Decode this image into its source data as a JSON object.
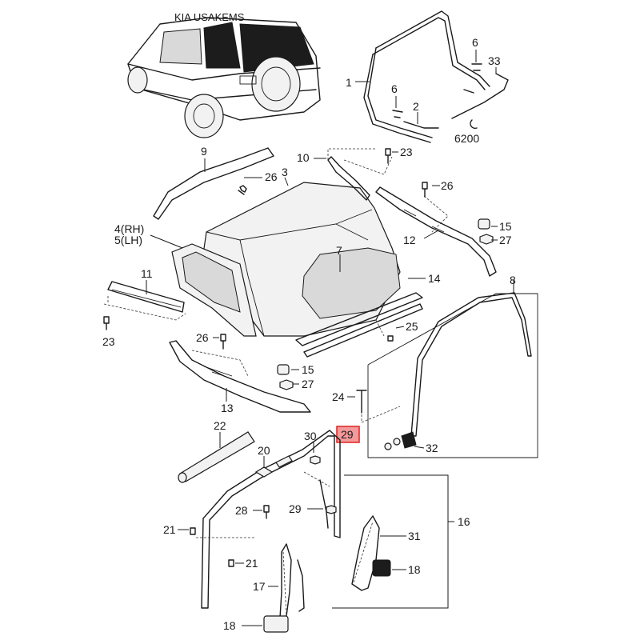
{
  "header": {
    "watermark": "KIA USAKEMS"
  },
  "callouts": {
    "c1": "1",
    "c2": "2",
    "c3": "3",
    "c4rh": "4(RH)",
    "c5lh": "5(LH)",
    "c6a": "6",
    "c6b": "6",
    "c7": "7",
    "c8": "8",
    "c9": "9",
    "c10": "10",
    "c11": "11",
    "c12": "12",
    "c13": "13",
    "c14": "14",
    "c15a": "15",
    "c15b": "15",
    "c16": "16",
    "c17": "17",
    "c18a": "18",
    "c18b": "18",
    "c20": "20",
    "c21a": "21",
    "c21b": "21",
    "c22": "22",
    "c23a": "23",
    "c23b": "23",
    "c24": "24",
    "c25": "25",
    "c26a": "26",
    "c26b": "26",
    "c26c": "26",
    "c27a": "27",
    "c27b": "27",
    "c28": "28",
    "c29a": "29",
    "c29b": "29",
    "c30": "30",
    "c31": "31",
    "c32": "32",
    "c33": "33",
    "c6200": "6200"
  },
  "highlight": {
    "label": "29",
    "color": "#f59a9a"
  }
}
